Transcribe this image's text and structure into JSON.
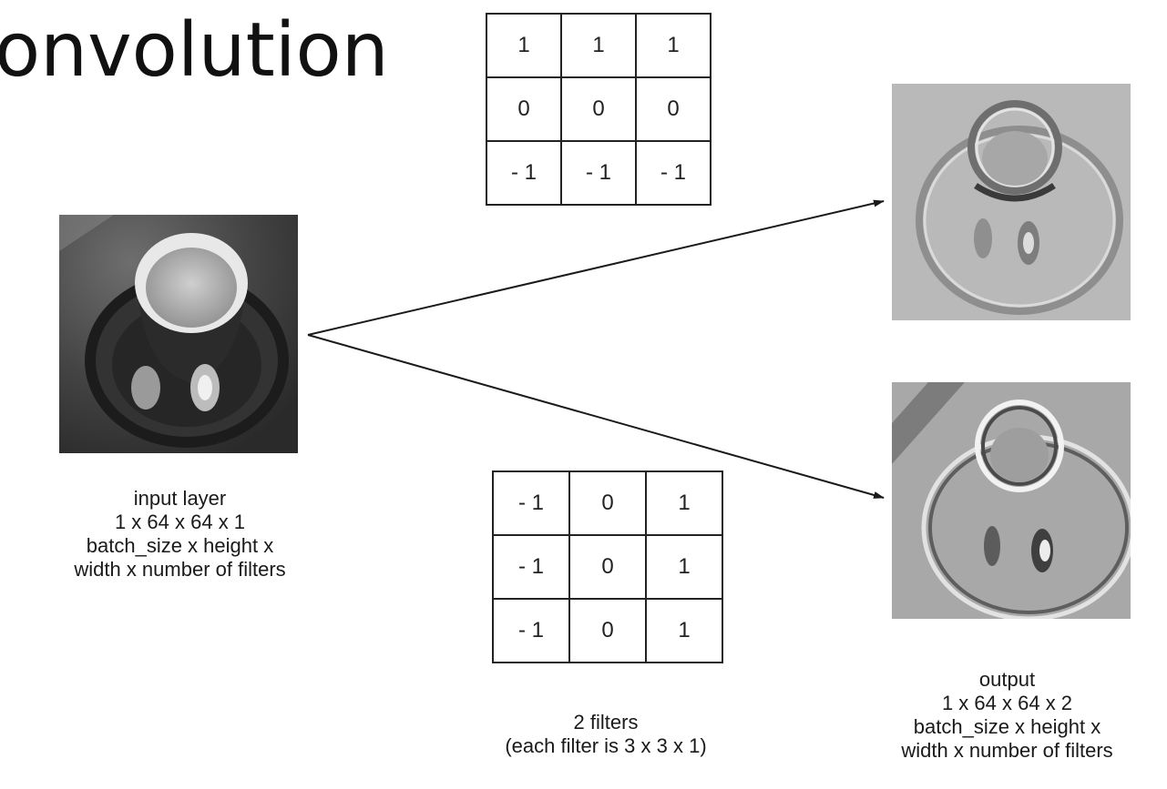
{
  "title": "onvolution",
  "filters": [
    {
      "rows": [
        [
          "1",
          "1",
          "1"
        ],
        [
          "0",
          "0",
          "0"
        ],
        [
          "- 1",
          "- 1",
          "- 1"
        ]
      ]
    },
    {
      "rows": [
        [
          "- 1",
          "0",
          "1"
        ],
        [
          "- 1",
          "0",
          "1"
        ],
        [
          "- 1",
          "0",
          "1"
        ]
      ]
    }
  ],
  "input": {
    "lines": [
      "input layer",
      "1 x 64 x 64 x 1",
      "batch_size x height x",
      "width x number of filters"
    ]
  },
  "filters_caption": {
    "lines": [
      "2 filters",
      "(each filter is 3 x 3 x 1)"
    ]
  },
  "output": {
    "lines": [
      "output",
      "1 x 64 x 64 x 2",
      "batch_size x height x",
      "width x number of filters"
    ]
  }
}
